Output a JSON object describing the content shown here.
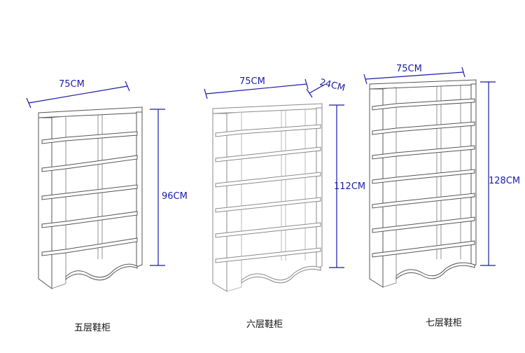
{
  "colors": {
    "dimension": "#1a1aa8",
    "line": "#555555",
    "caption": "#111111"
  },
  "cabinets": [
    {
      "caption": "五层鞋柜",
      "width_label": "75CM",
      "height_label": "96CM",
      "shelves": 5
    },
    {
      "caption": "六层鞋柜",
      "width_label": "75CM",
      "depth_label": "24CM",
      "height_label": "112CM",
      "shelves": 6
    },
    {
      "caption": "七层鞋柜",
      "width_label": "75CM",
      "height_label": "128CM",
      "shelves": 7
    }
  ]
}
